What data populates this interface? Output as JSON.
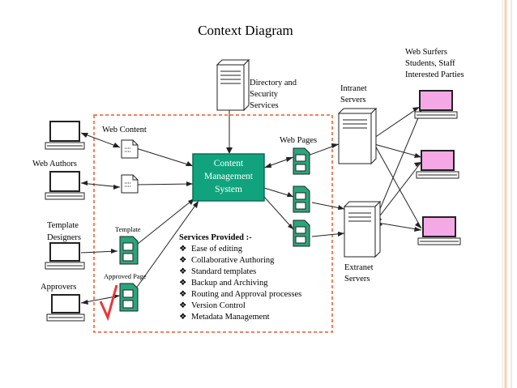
{
  "title": "Context Diagram",
  "labels": {
    "directory": [
      "Directory and",
      "Security",
      "Services"
    ],
    "intranet": [
      "Intranet",
      "Servers"
    ],
    "extranet": [
      "Extranet",
      "Servers"
    ],
    "web_surfers": [
      "Web Surfers",
      "Students, Staff",
      "Interested Parties"
    ],
    "web_content": "Web Content",
    "web_pages": "Web Pages",
    "web_authors": "Web Authors",
    "template_designers": [
      "Template",
      "Designers"
    ],
    "template": "Template",
    "approved_page": "Approved Page",
    "approvers": "Approvers"
  },
  "cms": [
    "Content",
    "Management",
    "System"
  ],
  "services": {
    "heading": "Services Provided :-",
    "items": [
      "Ease of editing",
      "Collaborative Authoring",
      "Standard templates",
      "Backup and Archiving",
      "Routing and Approval processes",
      "Version Control",
      "Metadata Management"
    ]
  },
  "colors": {
    "border_accent": "#f0c9a8",
    "dashed_box": "#e85a2c",
    "cms_fill": "#10a37e",
    "page_green": "#2aa67d",
    "monitor_screen": "#ffffff",
    "surfer_screen": "#f5a8e6",
    "checkmark": "#e8383c"
  }
}
